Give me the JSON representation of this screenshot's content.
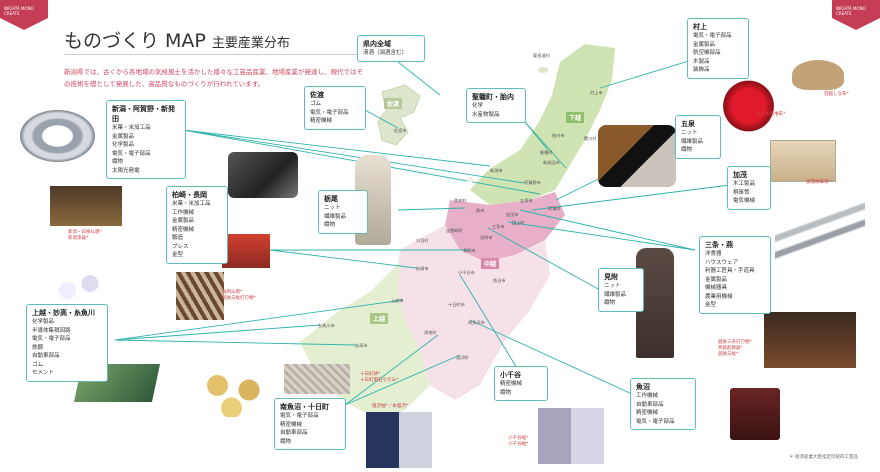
{
  "brand": {
    "tag_left": "NIIGATA MONO CREATE",
    "tag_right": "NIIGATA MONO CREATE"
  },
  "header": {
    "title": "ものづくり MAP",
    "subtitle": "主要産業分布"
  },
  "intro": "新潟県では、古くから各地域の気候風土を活かした様々な工芸品産業、地場産業が発達し、現代ではその技術を礎として発展した、高品質なものづくりが行われています。",
  "colors": {
    "accent": "#c43d54",
    "teal": "#3bb4ac",
    "north": "#cfe3b3",
    "central": "#f1c8d8",
    "upper": "#e8b0c8",
    "south": "#f6e1e8"
  },
  "regions": {
    "sado": "佐渡",
    "kaetsu": "下越",
    "chuetsu": "中越",
    "joetsu": "上越"
  },
  "areas": {
    "prefecture": {
      "title": "県内全域",
      "items": [
        "清酒（潟酒含む）"
      ]
    },
    "sado": {
      "title": "佐渡",
      "items": [
        "ゴム",
        "電気・電子部品",
        "精密機械"
      ]
    },
    "seiro": {
      "title": "聖籠町・胎内",
      "items": [
        "化学",
        "水産物製品"
      ]
    },
    "murakami": {
      "title": "村上",
      "items": [
        "電気・電子部品",
        "金属製品",
        "航空機部品",
        "木製品",
        "装飾品"
      ]
    },
    "niigata": {
      "title": "新潟・阿賀野・新発田",
      "items": [
        "米菓・米加工品",
        "金属製品",
        "化学製品",
        "電気・電子部品",
        "織物",
        "太陽光発電"
      ]
    },
    "gosen": {
      "title": "五泉",
      "items": [
        "ニット",
        "繊維製品",
        "織物"
      ]
    },
    "kamo": {
      "title": "加茂",
      "items": [
        "木工製品",
        "桐箪笥",
        "電気機械"
      ]
    },
    "kashiwazaki": {
      "title": "柏崎・長岡",
      "items": [
        "米菓・米加工品",
        "工作機械",
        "金属製品",
        "精密機械",
        "鍛造",
        "プレス",
        "金型"
      ]
    },
    "tochio": {
      "title": "栃尾",
      "items": [
        "ニット",
        "繊維製品",
        "織物"
      ]
    },
    "sanjo": {
      "title": "三条・燕",
      "items": [
        "洋食器",
        "ハウスウェア",
        "利器工匠具・手道具",
        "金属製品",
        "機械器具",
        "農業用機械",
        "金型"
      ]
    },
    "mitsuke": {
      "title": "見附",
      "items": [
        "ニット",
        "繊維製品",
        "織物"
      ]
    },
    "joetsu": {
      "title": "上越・妙高・糸魚川",
      "items": [
        "化学製品",
        "半導体集積回路",
        "電気・電子部品",
        "鉄鋼",
        "自動車部品",
        "ゴム",
        "セメント"
      ]
    },
    "ojiya": {
      "title": "小千谷",
      "items": [
        "精密機械",
        "織物"
      ]
    },
    "uonuma": {
      "title": "魚沼",
      "items": [
        "工作機械",
        "自動車部品",
        "精密機械",
        "電気・電子部品"
      ]
    },
    "minamiuonuma": {
      "title": "南魚沼・十日町",
      "items": [
        "電気・電子部品",
        "精密機械",
        "自動車部品",
        "織物"
      ]
    }
  },
  "captions": {
    "niigata": "新潟・白根仏壇*\n新潟漆器*",
    "nagaoka": "長岡仏壇*\n越後与板打刃物*",
    "murakami1": "羽越しな布*",
    "murakami2": "村上木彫堆朱*",
    "kamo": "加茂桐箪笥*",
    "sanjo": "越後三条打刃物*\n燕鎚起銅器*\n越後与板*",
    "tokamachi1": "十日町絣*\n十日町明石ちぢみ*",
    "tokamachi2": "塩沢紬*／本塩沢*",
    "ojiya": "小千谷縮*\n小千谷紬*"
  },
  "cities": [
    "村上市",
    "関川村",
    "胎内市",
    "新発田市",
    "聖籠町",
    "新潟市",
    "阿賀野市",
    "五泉市",
    "阿賀町",
    "佐渡市",
    "燕市",
    "三条市",
    "加茂市",
    "田上町",
    "弥彦村",
    "見附市",
    "長岡市",
    "出雲崎町",
    "刈羽村",
    "柏崎市",
    "小千谷市",
    "魚沼市",
    "南魚沼市",
    "十日町市",
    "津南町",
    "湯沢町",
    "上越市",
    "妙高市",
    "糸魚川市",
    "粟島浦村"
  ],
  "footnote": "＊ 経済産業大臣指定伝統的工芸品"
}
